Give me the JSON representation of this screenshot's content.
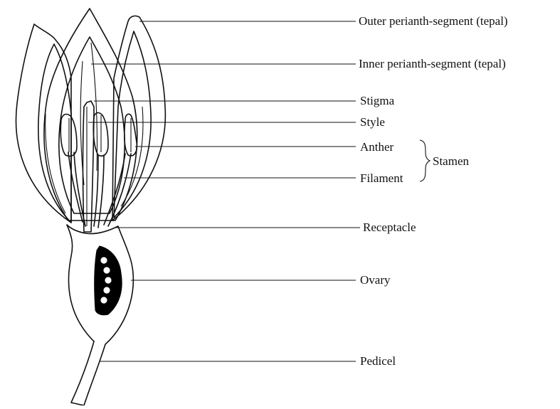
{
  "labels": {
    "outer_tepal": "Outer perianth-segment (tepal)",
    "inner_tepal": "Inner perianth-segment (tepal)",
    "stigma": "Stigma",
    "style": "Style",
    "anther": "Anther",
    "filament": "Filament",
    "stamen": "Stamen",
    "receptacle": "Receptacle",
    "ovary": "Ovary",
    "pedicel": "Pedicel"
  },
  "colors": {
    "ink": "#111111",
    "background": "#ffffff"
  }
}
